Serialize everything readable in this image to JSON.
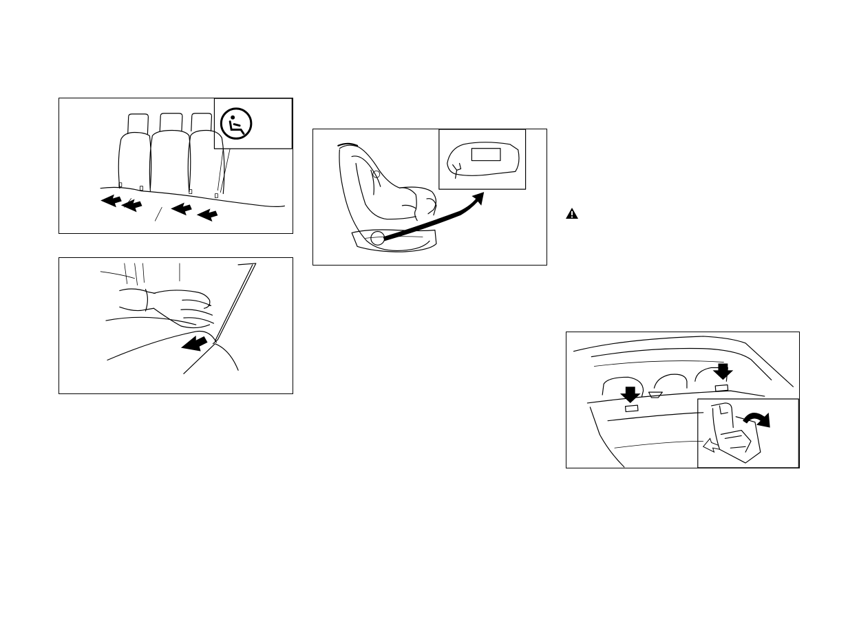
{
  "figures": [
    {
      "id": "isofix-anchor-points",
      "icon": "child-seat-anchor-icon"
    },
    {
      "id": "anchor-access-by-hand",
      "icon": "hand-icon"
    },
    {
      "id": "child-seat-attachment",
      "icon": "child-seat-icon"
    },
    {
      "id": "rear-shelf-tether-points",
      "icon": "tether-cover-icon"
    }
  ],
  "warning_icon": "warning-triangle-icon",
  "colors": {
    "ink": "#000000",
    "paper": "#ffffff"
  }
}
